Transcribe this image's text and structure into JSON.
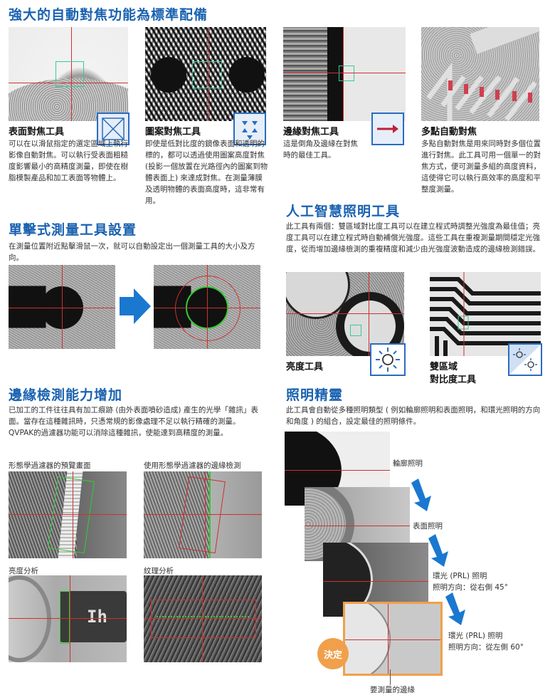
{
  "sections": {
    "autofocus": {
      "title": "強大的自動對焦功能為標準配備"
    },
    "oneclick": {
      "title": "單擊式測量工具設置",
      "desc": "在測量位置附近點擊滑鼠一次，就可以自動設定出一個測量工具的大小及方向。"
    },
    "edge": {
      "title": "邊緣檢測能力增加",
      "desc": "已加工的工件往往具有加工痕跡 (由外表面噴砂造成) 產生的光學「雜訊」表面。當存在這種雜訊時，只憑常規的影像處理不足以執行精確的測量。QVPAK的過濾器功能可以消除這種雜訊，使能達到高精度的測量。"
    },
    "ai_light": {
      "title": "人工智慧照明工具",
      "desc": "此工具有兩個：雙區域對比度工具可以在建立程式時調整光強度為最佳值；亮度工具可以在建立程式時自動補償光強度。這些工具在重複測量期間穩定光強度，從而增加邊緣檢測的重複精度和減少由光強度波動造成的邊緣檢測錯誤。"
    },
    "wizard": {
      "title": "照明精靈",
      "desc": "此工具會自動從多種照明類型 ( 例如輪廓照明和表面照明，和環光照明的方向和角度 ) 的組合，設定最佳的照明條件。"
    }
  },
  "focus_tools": [
    {
      "name": "表面對焦工具",
      "desc": "可以在以滑鼠指定的選定區域上執行影像自動對焦。可以執行受表面粗糙度影響最小的高精度測量，即使在樹脂模製產品和加工表面等物體上。"
    },
    {
      "name": "圖案對焦工具",
      "desc": "即使是低對比度的鏡像表面和透明的標的，都可以透過使用圖案高度對焦 (投影一個放置在光路徑內的圖案到物體表面上) 來達成對焦。在測量薄膜及透明物體的表面高度時，這非常有用。"
    },
    {
      "name": "邊緣對焦工具",
      "desc": "這是倒角及邊緣在對焦時的最佳工具。"
    },
    {
      "name": "多點自動對焦",
      "desc": "多點自動對焦是用來同時對多個位置進行對焦。此工具可用一個單一的對焦方式，便可測量多組的高度資料，這使得它可以執行高效率的高度和平整度測量。"
    }
  ],
  "edge_images": {
    "preview": "形態學過濾器的預覽畫面",
    "morph": "使用形態學過濾器的邊緣檢測",
    "brightness": "亮度分析",
    "texture": "紋理分析"
  },
  "ai_tools": {
    "brightness": "亮度工具",
    "dual_line1": "雙區域",
    "dual_line2": "對比度工具"
  },
  "wizard_steps": {
    "contour": "輪廓照明",
    "surface": "表面照明",
    "ring45_l1": "環光 (PRL) 照明",
    "ring45_l2": "照明方向：從右側 45°",
    "ring60_l1": "環光 (PRL) 照明",
    "ring60_l2": "照明方向：從左側 60°",
    "decide": "決定",
    "edge_label": "要測量的邊緣"
  },
  "colors": {
    "accent": "#1a62b0",
    "orange": "#f0a04a",
    "cross": "#d03030"
  }
}
